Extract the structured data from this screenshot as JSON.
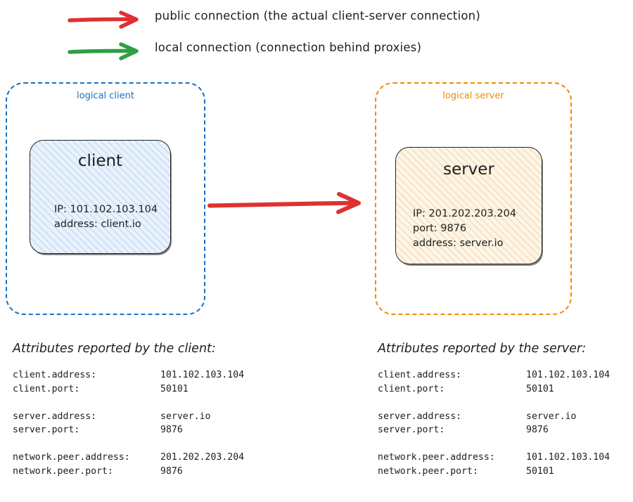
{
  "legend": {
    "items": [
      {
        "id": "public-connection",
        "label": "public connection (the actual client-server connection)",
        "color": "#e03131",
        "arrow": "arrow-right-icon"
      },
      {
        "id": "local-connection",
        "label": "local connection (connection behind proxies)",
        "color": "#2f9e44",
        "arrow": "arrow-right-icon"
      }
    ]
  },
  "diagram": {
    "client_group": {
      "label": "logical client",
      "color": "#1971c2",
      "node": {
        "title": "client",
        "fill": "#e9f2fb",
        "hatch": "#a9cdf0",
        "lines": [
          "IP: 101.102.103.104",
          "address: client.io"
        ]
      }
    },
    "server_group": {
      "label": "logical server",
      "color": "#f08c00",
      "node": {
        "title": "server",
        "fill": "#fdf5e7",
        "hatch": "#f0cd96",
        "lines": [
          "IP: 201.202.203.204",
          "port: 9876",
          "address: server.io"
        ]
      }
    },
    "main_arrow": {
      "name": "public-connection-arrow",
      "color": "#e03131",
      "from": "client",
      "to": "server"
    }
  },
  "attributes": {
    "client_panel": {
      "heading": "Attributes reported by the client:",
      "rows": [
        {
          "key": "client.address:",
          "value": "101.102.103.104"
        },
        {
          "key": "client.port:",
          "value": "50101"
        },
        {
          "key": "",
          "value": ""
        },
        {
          "key": "server.address:",
          "value": "server.io"
        },
        {
          "key": "server.port:",
          "value": "9876"
        },
        {
          "key": "",
          "value": ""
        },
        {
          "key": "network.peer.address:",
          "value": "201.202.203.204"
        },
        {
          "key": "network.peer.port:",
          "value": "9876"
        }
      ]
    },
    "server_panel": {
      "heading": "Attributes reported by the server:",
      "rows": [
        {
          "key": "client.address:",
          "value": "101.102.103.104"
        },
        {
          "key": "client.port:",
          "value": "50101"
        },
        {
          "key": "",
          "value": ""
        },
        {
          "key": "server.address:",
          "value": "server.io"
        },
        {
          "key": "server.port:",
          "value": "9876"
        },
        {
          "key": "",
          "value": ""
        },
        {
          "key": "network.peer.address:",
          "value": "101.102.103.104"
        },
        {
          "key": "network.peer.port:",
          "value": "50101"
        }
      ]
    }
  }
}
